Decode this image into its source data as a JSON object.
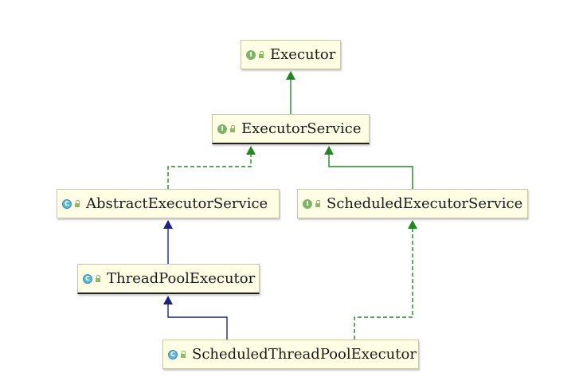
{
  "nodes": {
    "executor": {
      "name": "Executor",
      "kind": "interface",
      "badge": "I"
    },
    "executor_service": {
      "name": "ExecutorService",
      "kind": "interface",
      "badge": "I"
    },
    "abstract_executor_service": {
      "name": "AbstractExecutorService",
      "kind": "class",
      "badge": "C"
    },
    "scheduled_executor_service": {
      "name": "ScheduledExecutorService",
      "kind": "interface",
      "badge": "I"
    },
    "thread_pool_executor": {
      "name": "ThreadPoolExecutor",
      "kind": "class",
      "badge": "C"
    },
    "scheduled_thread_pool_executor": {
      "name": "ScheduledThreadPoolExecutor",
      "kind": "class",
      "badge": "C"
    }
  },
  "edges": [
    {
      "from": "executor_service",
      "to": "executor",
      "type": "interface-extends",
      "color": "#1e8a1e",
      "style": "solid"
    },
    {
      "from": "abstract_executor_service",
      "to": "executor_service",
      "type": "implements",
      "color": "#1e8a1e",
      "style": "dashed"
    },
    {
      "from": "scheduled_executor_service",
      "to": "executor_service",
      "type": "interface-extends",
      "color": "#1e8a1e",
      "style": "solid"
    },
    {
      "from": "thread_pool_executor",
      "to": "abstract_executor_service",
      "type": "class-extends",
      "color": "#1a237e",
      "style": "solid"
    },
    {
      "from": "scheduled_thread_pool_executor",
      "to": "thread_pool_executor",
      "type": "class-extends",
      "color": "#1a237e",
      "style": "solid"
    },
    {
      "from": "scheduled_thread_pool_executor",
      "to": "scheduled_executor_service",
      "type": "implements",
      "color": "#1e8a1e",
      "style": "dashed"
    }
  ]
}
